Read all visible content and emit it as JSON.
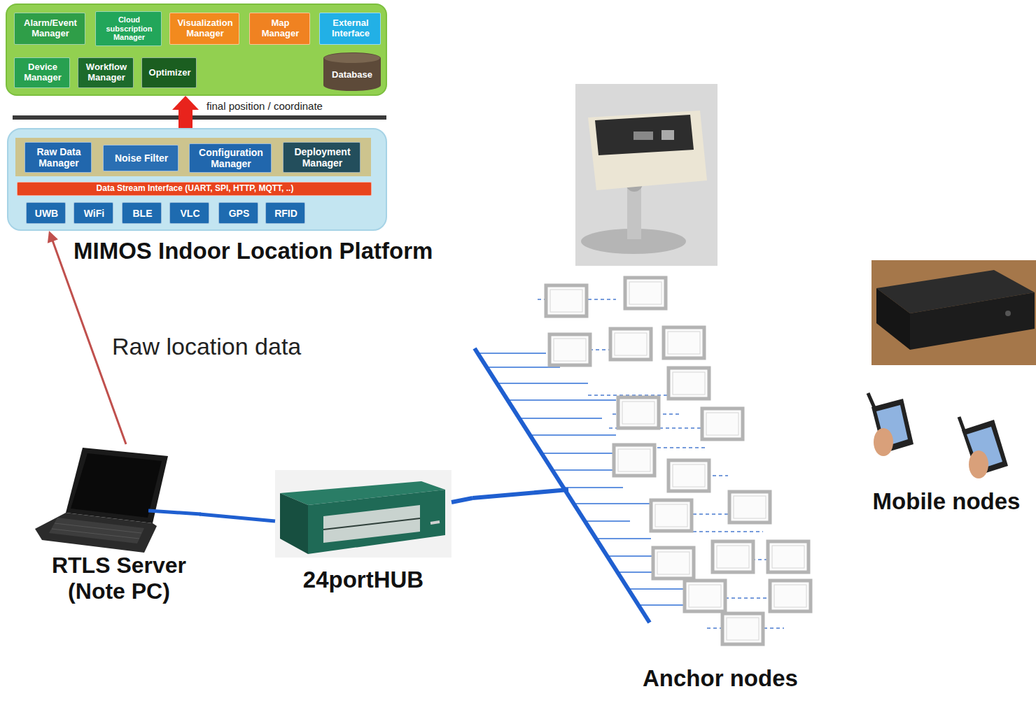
{
  "diagram": {
    "nodes": [
      {
        "text": []
      },
      {
        "text": [
          "Alarm/Event Manager"
        ],
        "in": 0
      },
      {
        "text": [
          "Cloud subscription Manager"
        ],
        "in": 0
      },
      {
        "text": [
          "Visualization Manager"
        ],
        "in": 0
      },
      {
        "text": [
          "Map Manager"
        ],
        "in": 0
      },
      {
        "text": [
          "External Interface"
        ],
        "in": 0
      },
      {
        "text": [
          "Device Manager"
        ],
        "in": 0
      },
      {
        "text": [
          "Workflow Manager"
        ],
        "in": 0
      },
      {
        "text": [
          "Optimizer"
        ],
        "in": 0
      },
      {
        "text": [
          "Database"
        ],
        "in": 0
      },
      {
        "text": [
          "MIMOS Indoor Location Platform"
        ]
      },
      {
        "text": [
          "Raw Data Manager"
        ],
        "in": 10
      },
      {
        "text": [
          "Noise Filter"
        ],
        "in": 10
      },
      {
        "text": [
          "Configuration Manager"
        ],
        "in": 10
      },
      {
        "text": [
          "Deployment Manager"
        ],
        "in": 10
      },
      {
        "text": [
          "Data Stream Interface (UART, SPI, HTTP, MQTT, ..)"
        ],
        "in": 10
      },
      {
        "text": [
          "UWB"
        ],
        "in": 10
      },
      {
        "text": [
          "WiFi"
        ],
        "in": 10
      },
      {
        "text": [
          "BLE"
        ],
        "in": 10
      },
      {
        "text": [
          "VLC"
        ],
        "in": 10
      },
      {
        "text": [
          "GPS"
        ],
        "in": 10
      },
      {
        "text": [
          "RFID"
        ],
        "in": 10
      },
      {
        "text": [
          "RTLS Server (Note PC)"
        ]
      },
      {
        "text": [
          "24portHUB"
        ]
      },
      {
        "text": [
          "Anchor nodes"
        ]
      },
      {
        "text": [
          "Mobile nodes"
        ]
      }
    ],
    "edges": [
      {
        "from": 10,
        "to": 0,
        "label": "final position / coordinate",
        "arrow": "to"
      },
      {
        "from": 22,
        "to": 10,
        "label": "Raw location data",
        "arrow": "to"
      },
      {
        "from": 22,
        "to": 23,
        "arrow": "none"
      },
      {
        "from": 23,
        "to": 24,
        "arrow": "none"
      }
    ]
  }
}
